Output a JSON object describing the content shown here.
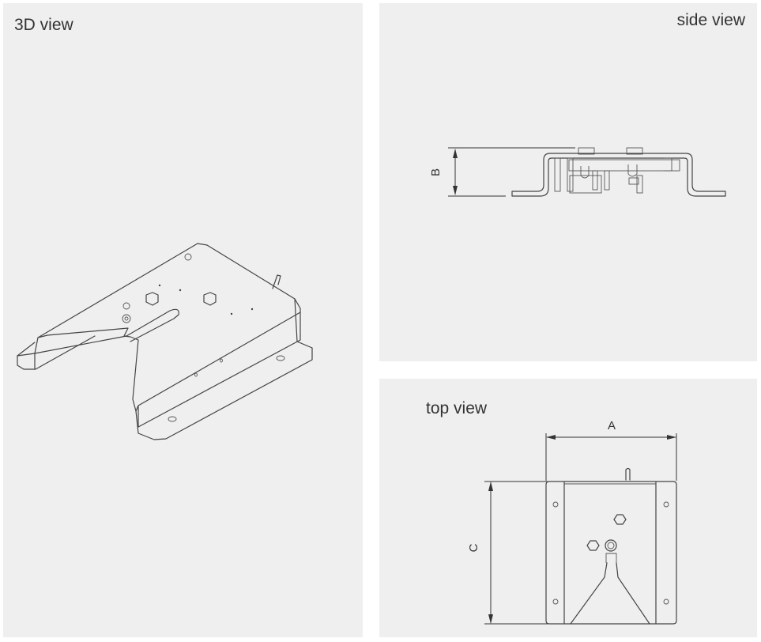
{
  "panels": {
    "view_3d": {
      "title": "3D view"
    },
    "side_view": {
      "title": "side view",
      "dimension_label": "B"
    },
    "top_view": {
      "title": "top view",
      "dimension_labels": {
        "width": "A",
        "height": "C"
      }
    }
  },
  "colors": {
    "panel_bg": "#efefef",
    "page_bg": "#ffffff",
    "line": "#444444",
    "text": "#333333"
  }
}
